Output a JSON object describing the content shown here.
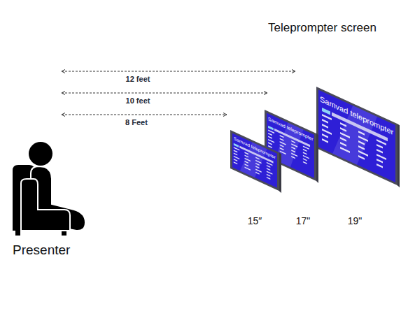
{
  "diagram": {
    "nodes": [
      {
        "text": [
          "Samvad teleprompter"
        ]
      },
      {
        "text": [
          "Samvad teleprompter"
        ]
      },
      {
        "text": [
          "Samvad teleprompter"
        ]
      }
    ],
    "labels": [
      "Teleprompter screen",
      "12 feet",
      "10 feet",
      "8 Feet",
      "Presenter",
      "15″",
      "17\"",
      "19\""
    ]
  }
}
